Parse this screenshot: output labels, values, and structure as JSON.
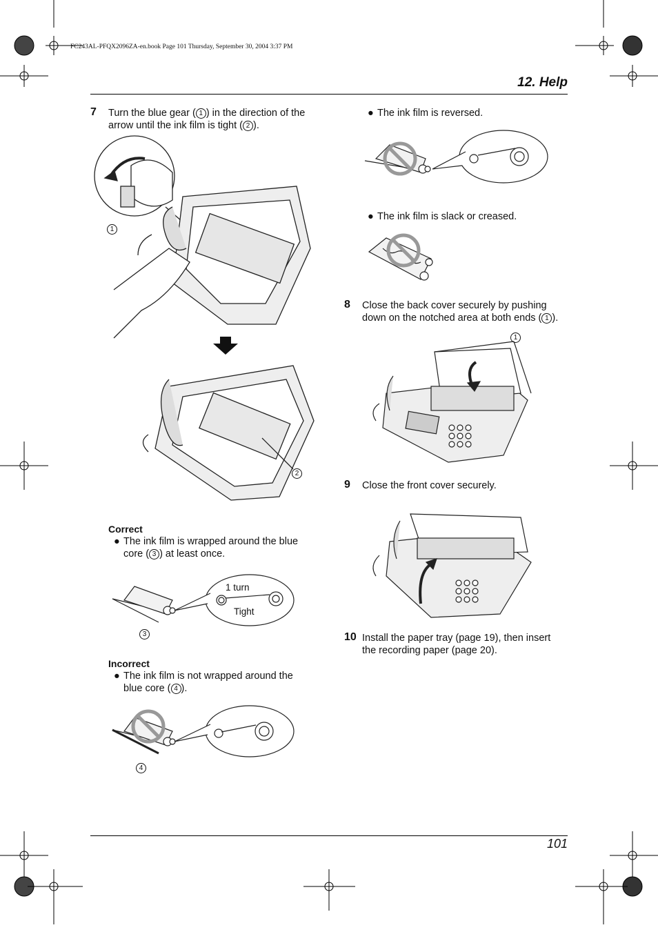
{
  "print_header": "FC243AL-PFQX2096ZA-en.book  Page 101  Thursday, September 30, 2004  3:37 PM",
  "section_title": "12. Help",
  "page_number": "101",
  "step7": {
    "number": "7",
    "line1_a": "Turn the blue gear (",
    "line1_ref": "1",
    "line1_b": ") in the direction of the",
    "line2_a": "arrow until the ink film is tight (",
    "line2_ref": "2",
    "line2_b": ").",
    "callout_1": "1",
    "callout_2": "2"
  },
  "correct": {
    "label": "Correct",
    "bullet_line1": "The ink film is wrapped around the blue",
    "bullet_line2_a": "core (",
    "bullet_line2_ref": "3",
    "bullet_line2_b": ") at least once.",
    "turn_label": "1 turn",
    "tight_label": "Tight",
    "callout": "3"
  },
  "incorrect": {
    "label": "Incorrect",
    "bullet_line1": "The ink film is not wrapped around the",
    "bullet_line2_a": "blue core (",
    "bullet_line2_ref": "4",
    "bullet_line2_b": ").",
    "callout": "4"
  },
  "reversed_bullet": "The ink film is reversed.",
  "slack_bullet": "The ink film is slack or creased.",
  "step8": {
    "number": "8",
    "line1": "Close the back cover securely by pushing",
    "line2_a": "down on the notched area at both ends (",
    "line2_ref": "1",
    "line2_b": ").",
    "callout": "1"
  },
  "step9": {
    "number": "9",
    "text": "Close the front cover securely."
  },
  "step10": {
    "number": "10",
    "line1": "Install the paper tray (page 19), then insert",
    "line2": "the recording paper (page 20)."
  },
  "bullet_glyph": "●"
}
